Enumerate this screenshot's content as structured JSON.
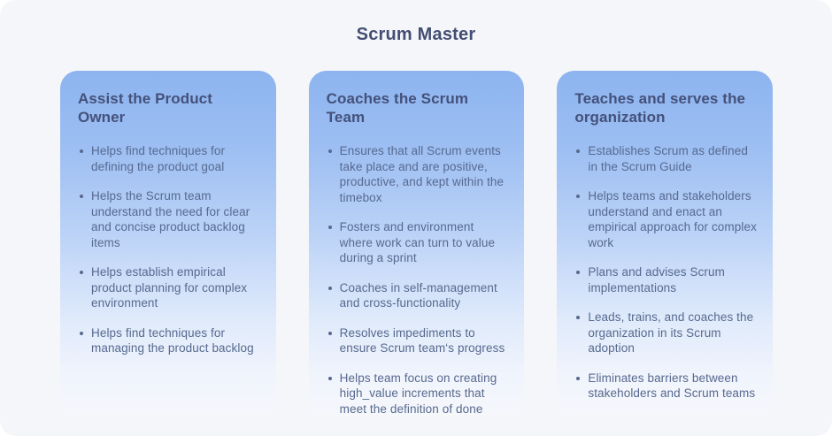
{
  "title": "Scrum Master",
  "colors": {
    "frame_background": "#f5f6fa",
    "card_gradient_top": "#8db4f0",
    "card_gradient_bottom": "#f5f7fb",
    "title_text": "#434e72",
    "heading_text": "#44517a",
    "body_text": "#57698f"
  },
  "cards": [
    {
      "heading": "Assist the Product Owner",
      "bullets": [
        "Helps find techniques for defining the product goal",
        "Helps the Scrum team understand the need for clear and concise product backlog items",
        "Helps establish empirical product planning for complex environment",
        "Helps find techniques for managing the product backlog"
      ]
    },
    {
      "heading": "Coaches the Scrum Team",
      "bullets": [
        "Ensures that all Scrum events take place and are positive, productive, and kept within the timebox",
        "Fosters and environment where work can turn to value during a sprint",
        "Coaches in self-management and cross-functionality",
        "Resolves impediments to ensure Scrum team‘s progress",
        "Helps team focus on creating high_value increments that meet the definition of done"
      ]
    },
    {
      "heading": "Teaches and serves the organization",
      "bullets": [
        "Establishes Scrum as defined in the Scrum Guide",
        "Helps teams and stakeholders understand and enact an empirical approach for complex work",
        "Plans and advises Scrum implementations",
        "Leads, trains, and coaches the organization in its Scrum adoption",
        "Eliminates barriers between stakeholders and Scrum teams"
      ]
    }
  ]
}
